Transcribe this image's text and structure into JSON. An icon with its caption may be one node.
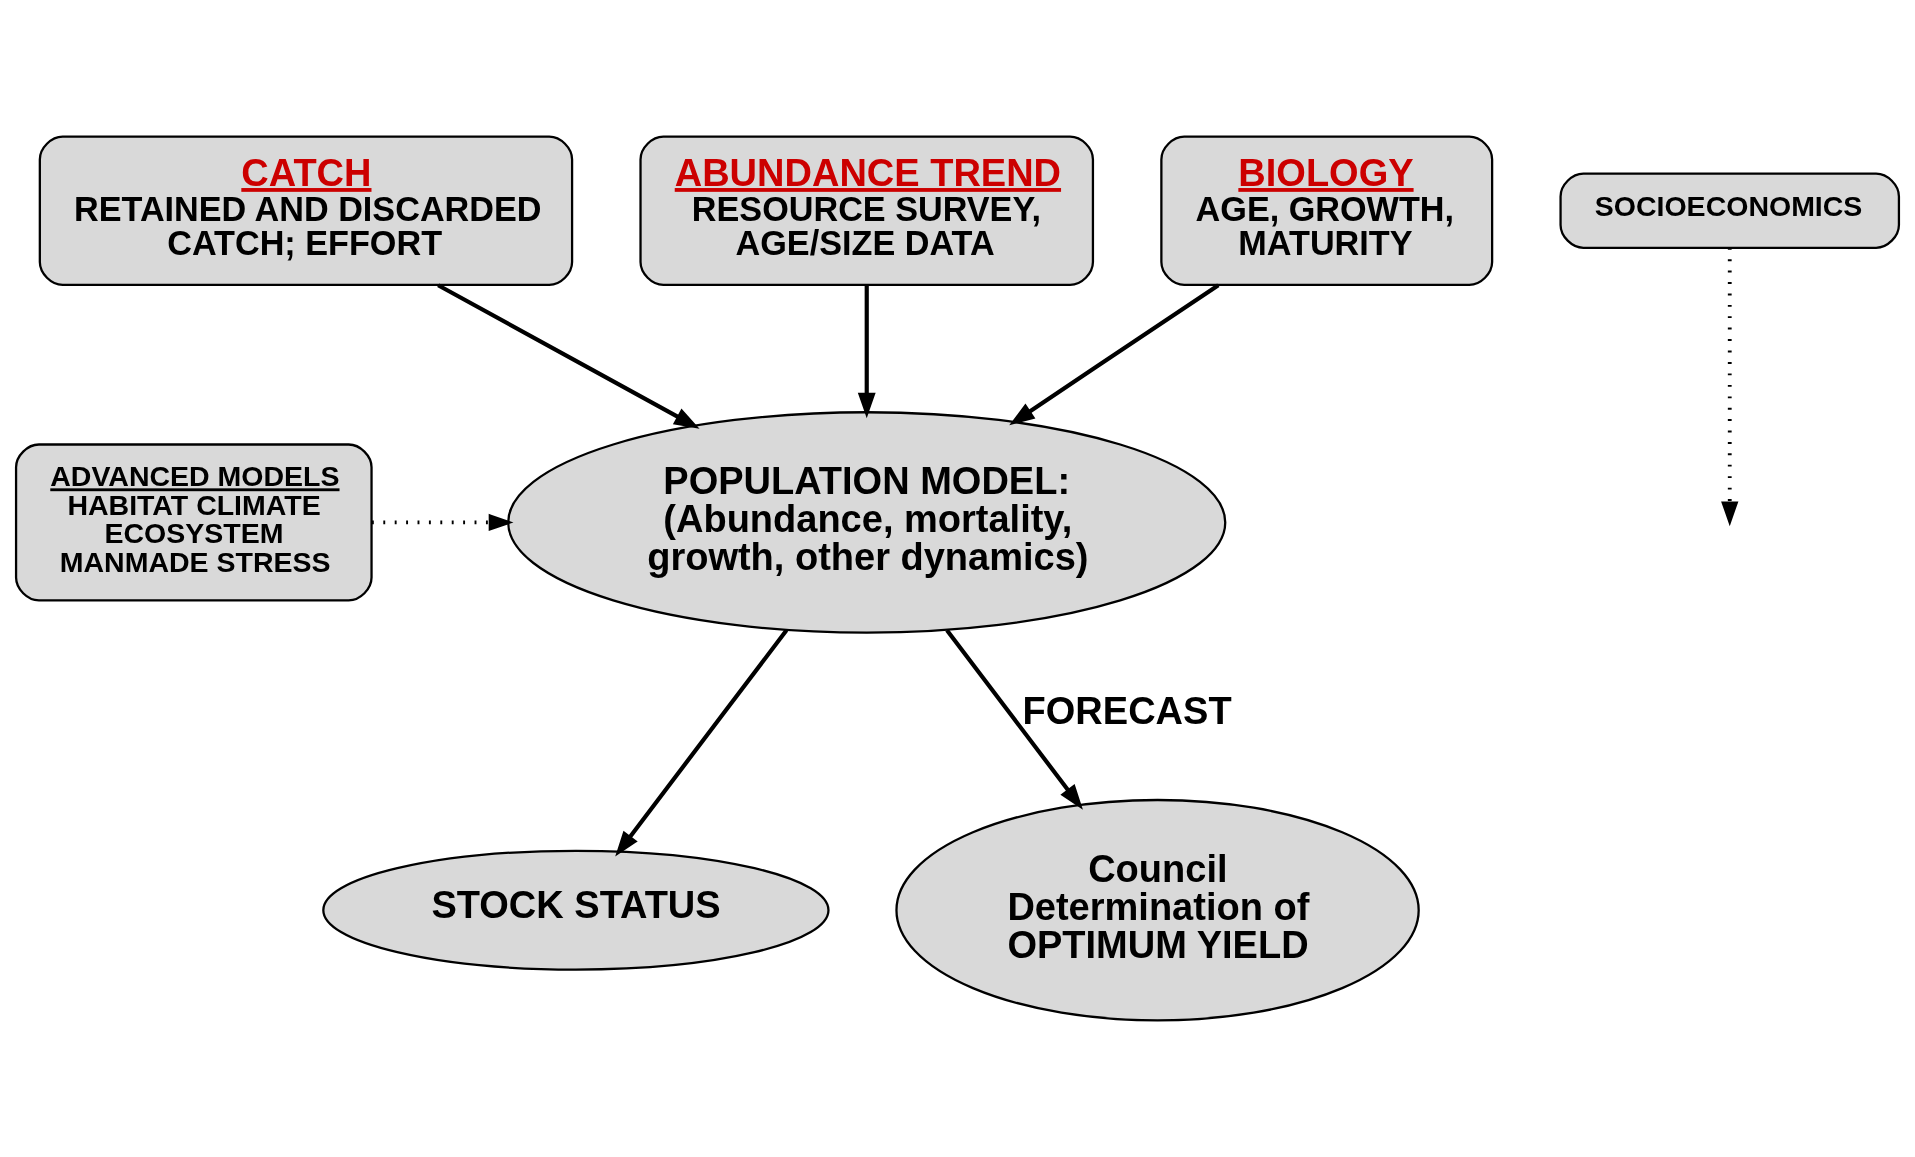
{
  "diagram": {
    "nodes": [
      {
        "text": [
          "CATCH",
          "RETAINED AND DISCARDED CATCH; EFFORT"
        ]
      },
      {
        "text": [
          "ABUNDANCE TREND",
          "RESOURCE SURVEY, AGE/SIZE DATA"
        ]
      },
      {
        "text": [
          "BIOLOGY",
          "AGE, GROWTH, MATURITY"
        ]
      },
      {
        "text": [
          "ADVANCED MODELS",
          "HABITAT CLIMATE ECOSYSTEM MANMADE STRESS"
        ]
      },
      {
        "text": [
          "POPULATION MODEL: (Abundance, mortality, growth, other dynamics)"
        ]
      },
      {
        "text": [
          "SOCIOECONOMICS"
        ]
      },
      {
        "text": [
          "STOCK STATUS"
        ]
      },
      {
        "text": [
          "Council Determination of OPTIMUM YIELD"
        ]
      }
    ],
    "edges": [
      {
        "from": 0,
        "to": 4,
        "arrow": "to"
      },
      {
        "from": 1,
        "to": 4,
        "arrow": "to"
      },
      {
        "from": 2,
        "to": 4,
        "arrow": "to"
      },
      {
        "from": 3,
        "to": 4,
        "arrow": "to",
        "style": "dashed"
      },
      {
        "from": 5,
        "to": null,
        "arrow": "to",
        "style": "dashed"
      },
      {
        "from": 4,
        "to": 6,
        "arrow": "to"
      },
      {
        "from": 4,
        "to": 7,
        "arrow": "to",
        "label": "FORECAST"
      }
    ]
  }
}
